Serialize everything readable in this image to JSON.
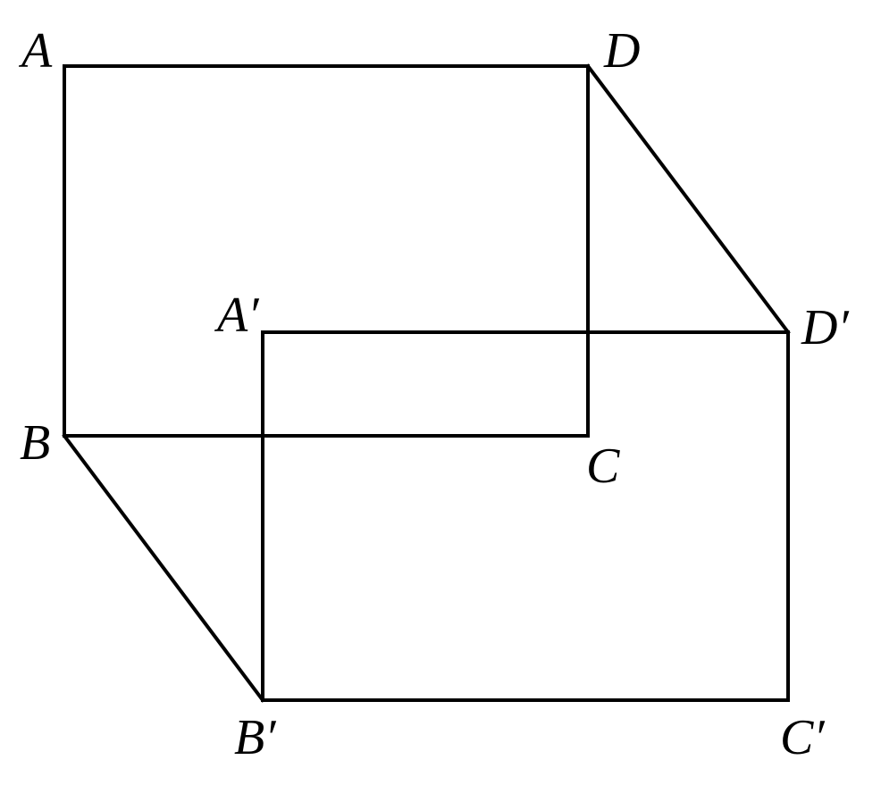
{
  "diagram": {
    "type": "geometry-translation",
    "colors": {
      "stroke": "#000000",
      "background": "#ffffff"
    },
    "labels": {
      "A": "A",
      "B": "B",
      "C": "C",
      "D": "D",
      "A_prime": "A′",
      "B_prime": "B′",
      "C_prime": "C′",
      "D_prime": "D′"
    },
    "edges": [
      {
        "from": "A",
        "to": "D"
      },
      {
        "from": "A",
        "to": "B"
      },
      {
        "from": "B",
        "to": "C"
      },
      {
        "from": "C",
        "to": "D"
      },
      {
        "from": "A_prime",
        "to": "D_prime"
      },
      {
        "from": "A_prime",
        "to": "B_prime"
      },
      {
        "from": "B_prime",
        "to": "C_prime"
      },
      {
        "from": "C_prime",
        "to": "D_prime"
      },
      {
        "from": "D",
        "to": "D_prime"
      },
      {
        "from": "B",
        "to": "B_prime"
      }
    ]
  }
}
